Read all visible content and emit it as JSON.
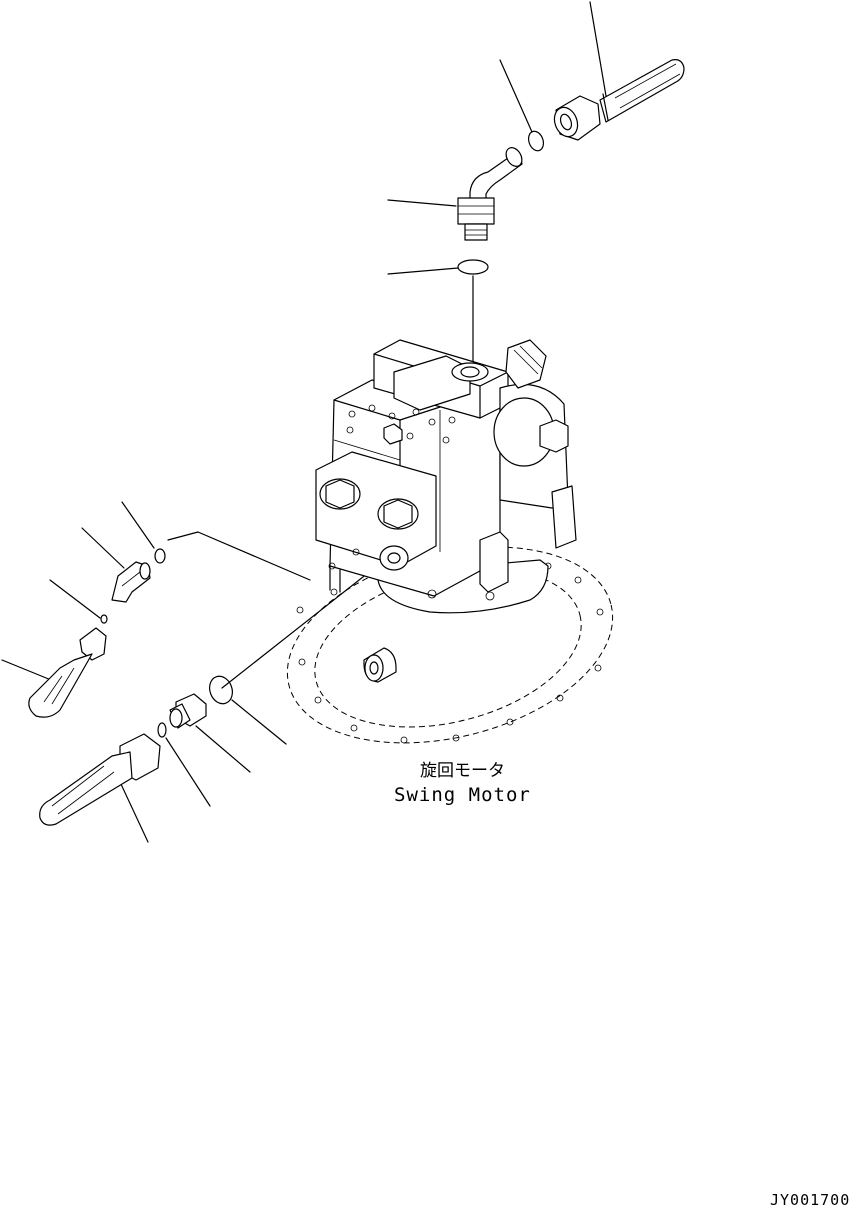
{
  "labels": {
    "jp": "旋回モータ",
    "en": "Swing Motor",
    "drawing_id": "JY001700"
  },
  "colors": {
    "line": "#000000",
    "background": "#ffffff"
  }
}
